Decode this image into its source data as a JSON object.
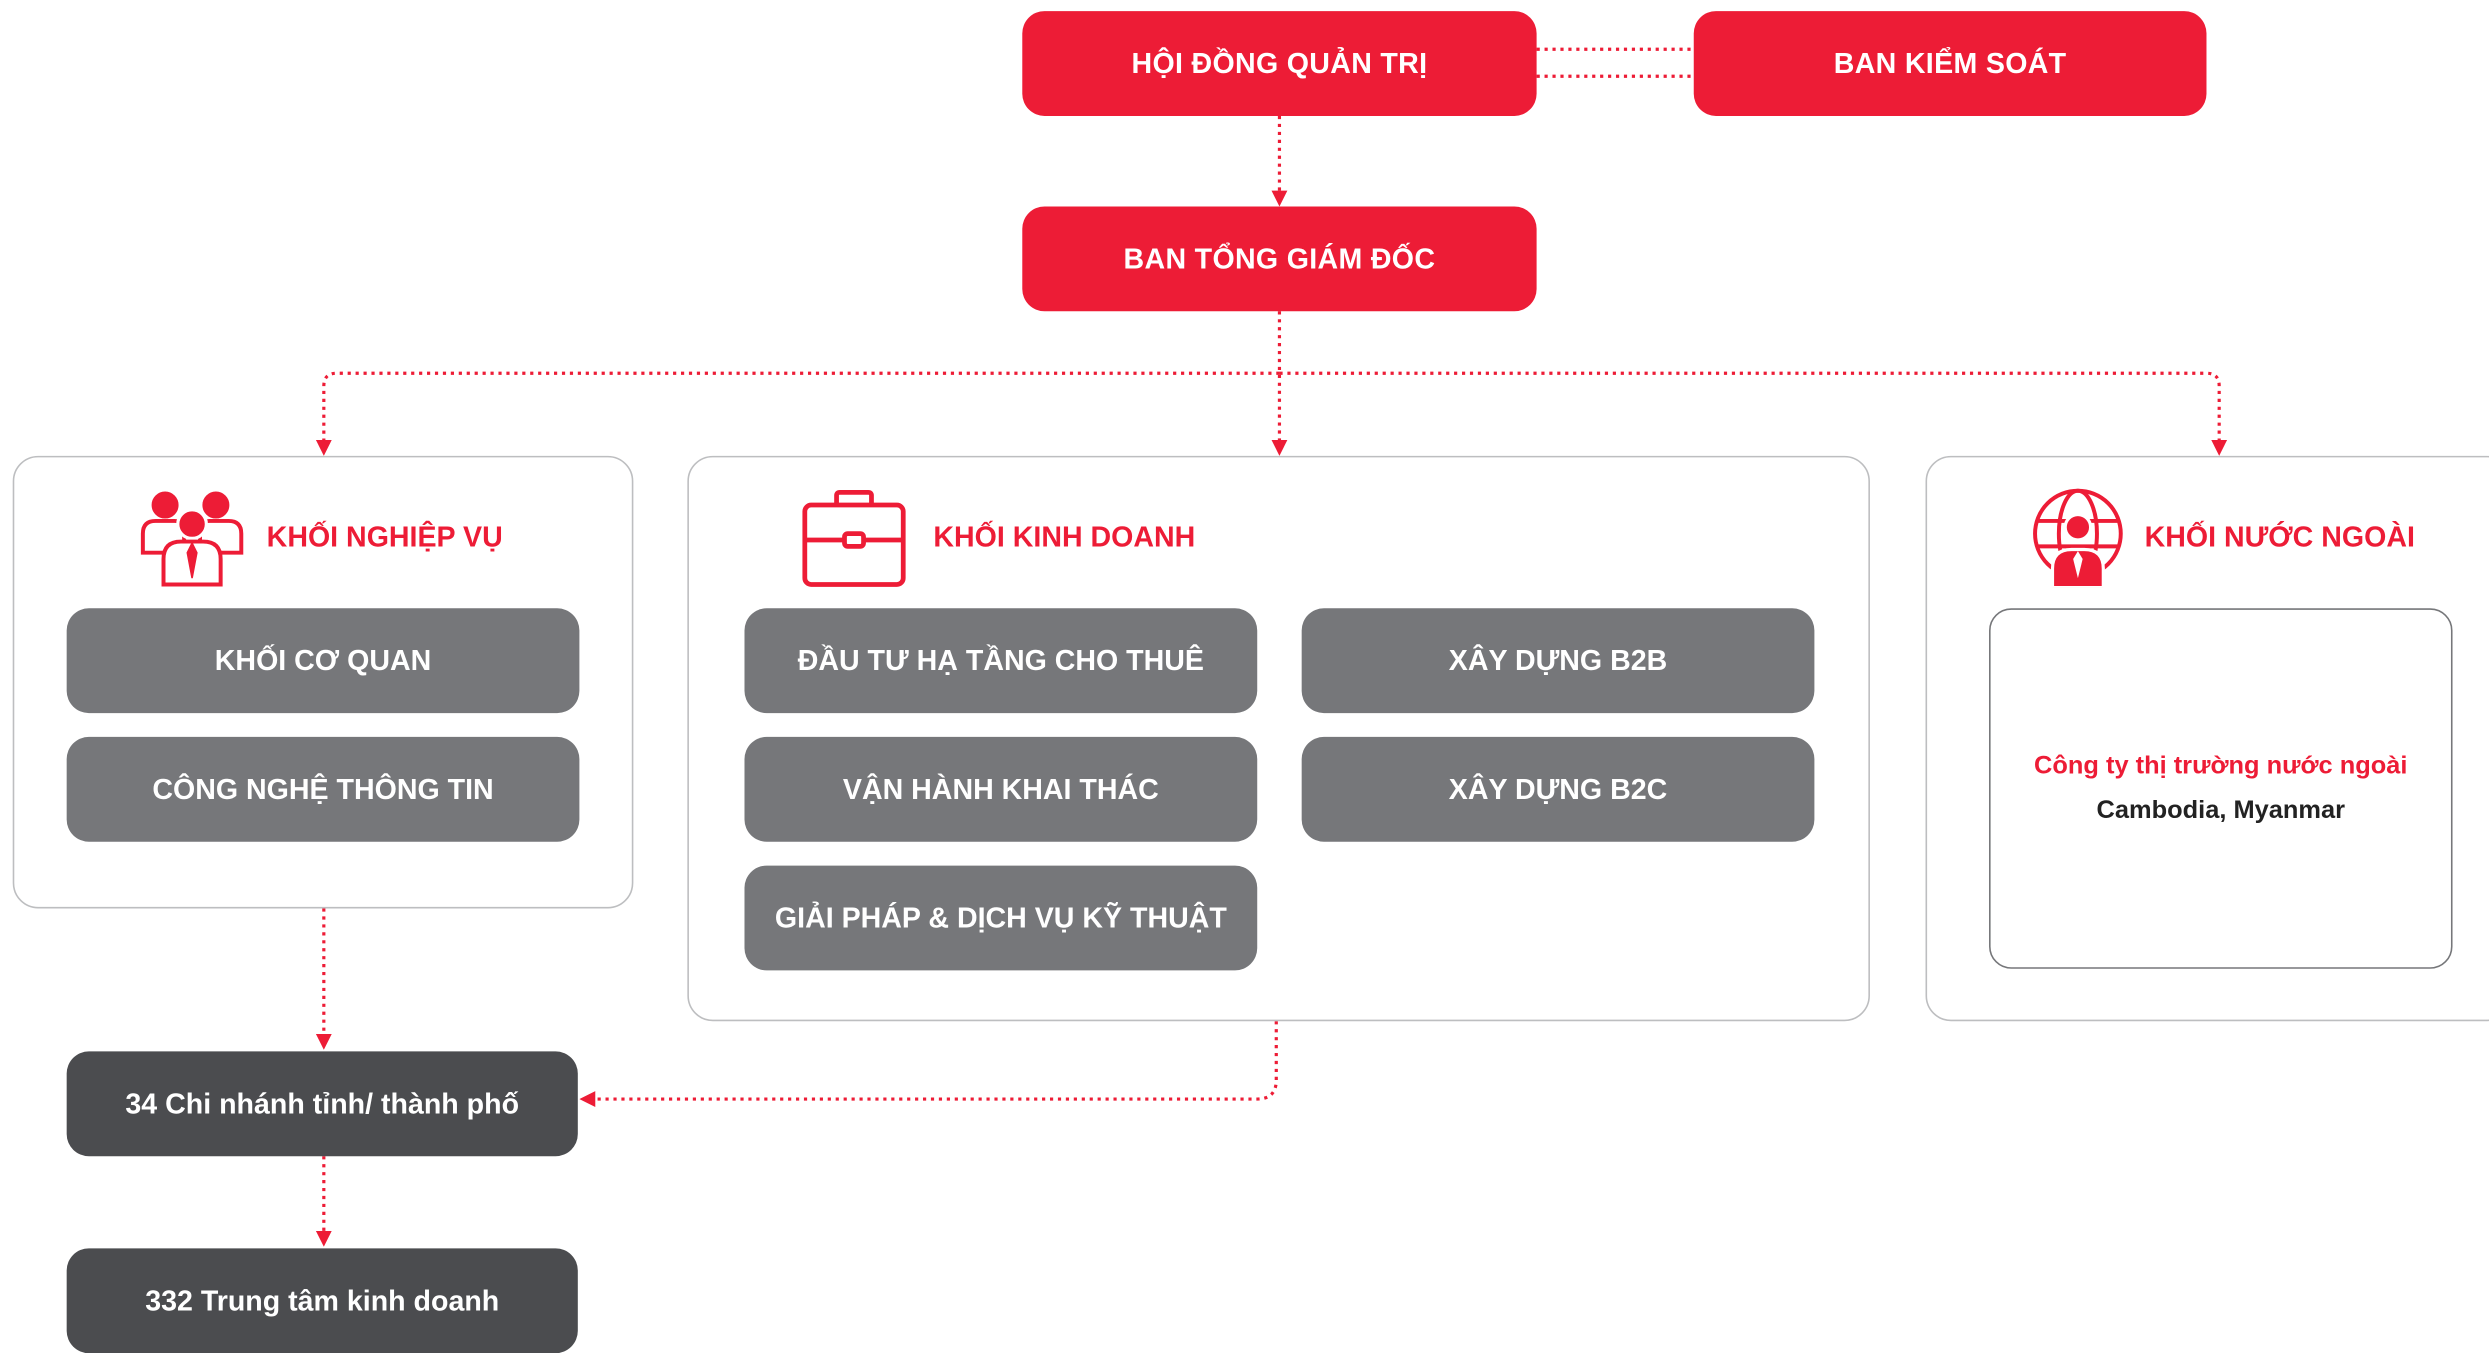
{
  "colors": {
    "accent": "#ED1C36",
    "box_gray": "#76777A",
    "box_dark": "#4B4C4F",
    "border": "#BDBEC0"
  },
  "top": {
    "board": "HỘI ĐỒNG QUẢN TRỊ",
    "supervisory": "BAN KIỂM SOÁT",
    "general_directors": "BAN TỔNG GIÁM ĐỐC"
  },
  "operations": {
    "title": "KHỐI NGHIỆP VỤ",
    "icon": "team-people-icon",
    "items": [
      "KHỐI CƠ QUAN",
      "CÔNG NGHỆ THÔNG TIN"
    ]
  },
  "business": {
    "title": "KHỐI KINH DOANH",
    "icon": "briefcase-icon",
    "items": [
      "ĐẦU TƯ HẠ TẦNG CHO THUÊ",
      "XÂY DỰNG B2B",
      "VẬN HÀNH KHAI THÁC",
      "XÂY DỰNG B2C",
      "GIẢI PHÁP & DỊCH VỤ KỸ THUẬT"
    ]
  },
  "foreign": {
    "title": "KHỐI NƯỚC NGOÀI",
    "icon": "globe-person-icon",
    "company_label": "Công ty thị trường nước ngoài",
    "markets": "Cambodia, Myanmar"
  },
  "branches": "34 Chi nhánh tỉnh/ thành phố",
  "centers": "332 Trung tâm kinh doanh"
}
